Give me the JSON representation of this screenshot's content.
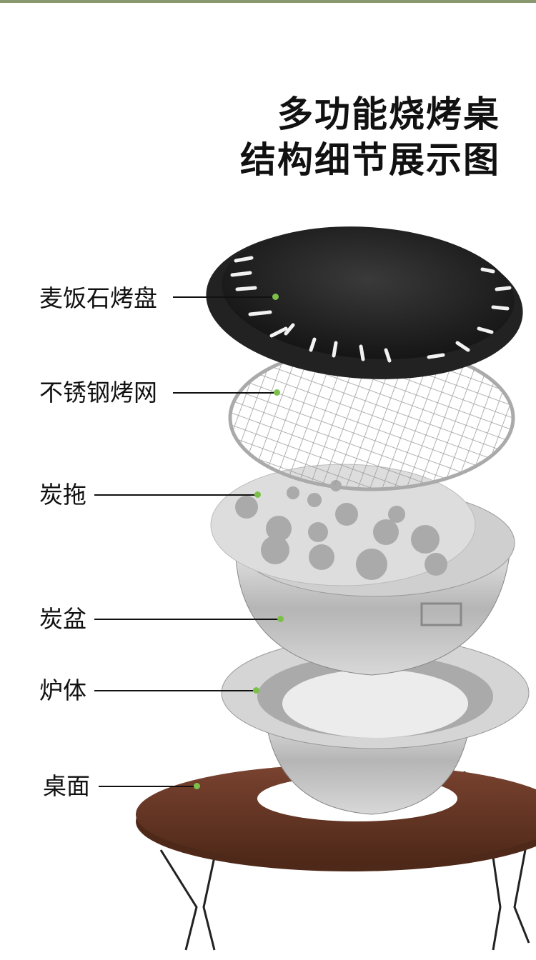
{
  "title": {
    "line1": "多功能烧烤桌",
    "line2": "结构细节展示图"
  },
  "parts": [
    {
      "label": "麦饭石烤盘"
    },
    {
      "label": "不锈钢烤网"
    },
    {
      "label": "炭拖"
    },
    {
      "label": "炭盆"
    },
    {
      "label": "炉体"
    },
    {
      "label": "桌面"
    }
  ],
  "colors": {
    "accent": "#8a9870",
    "dot": "#7cc04a",
    "wood": "#6b3a26"
  }
}
